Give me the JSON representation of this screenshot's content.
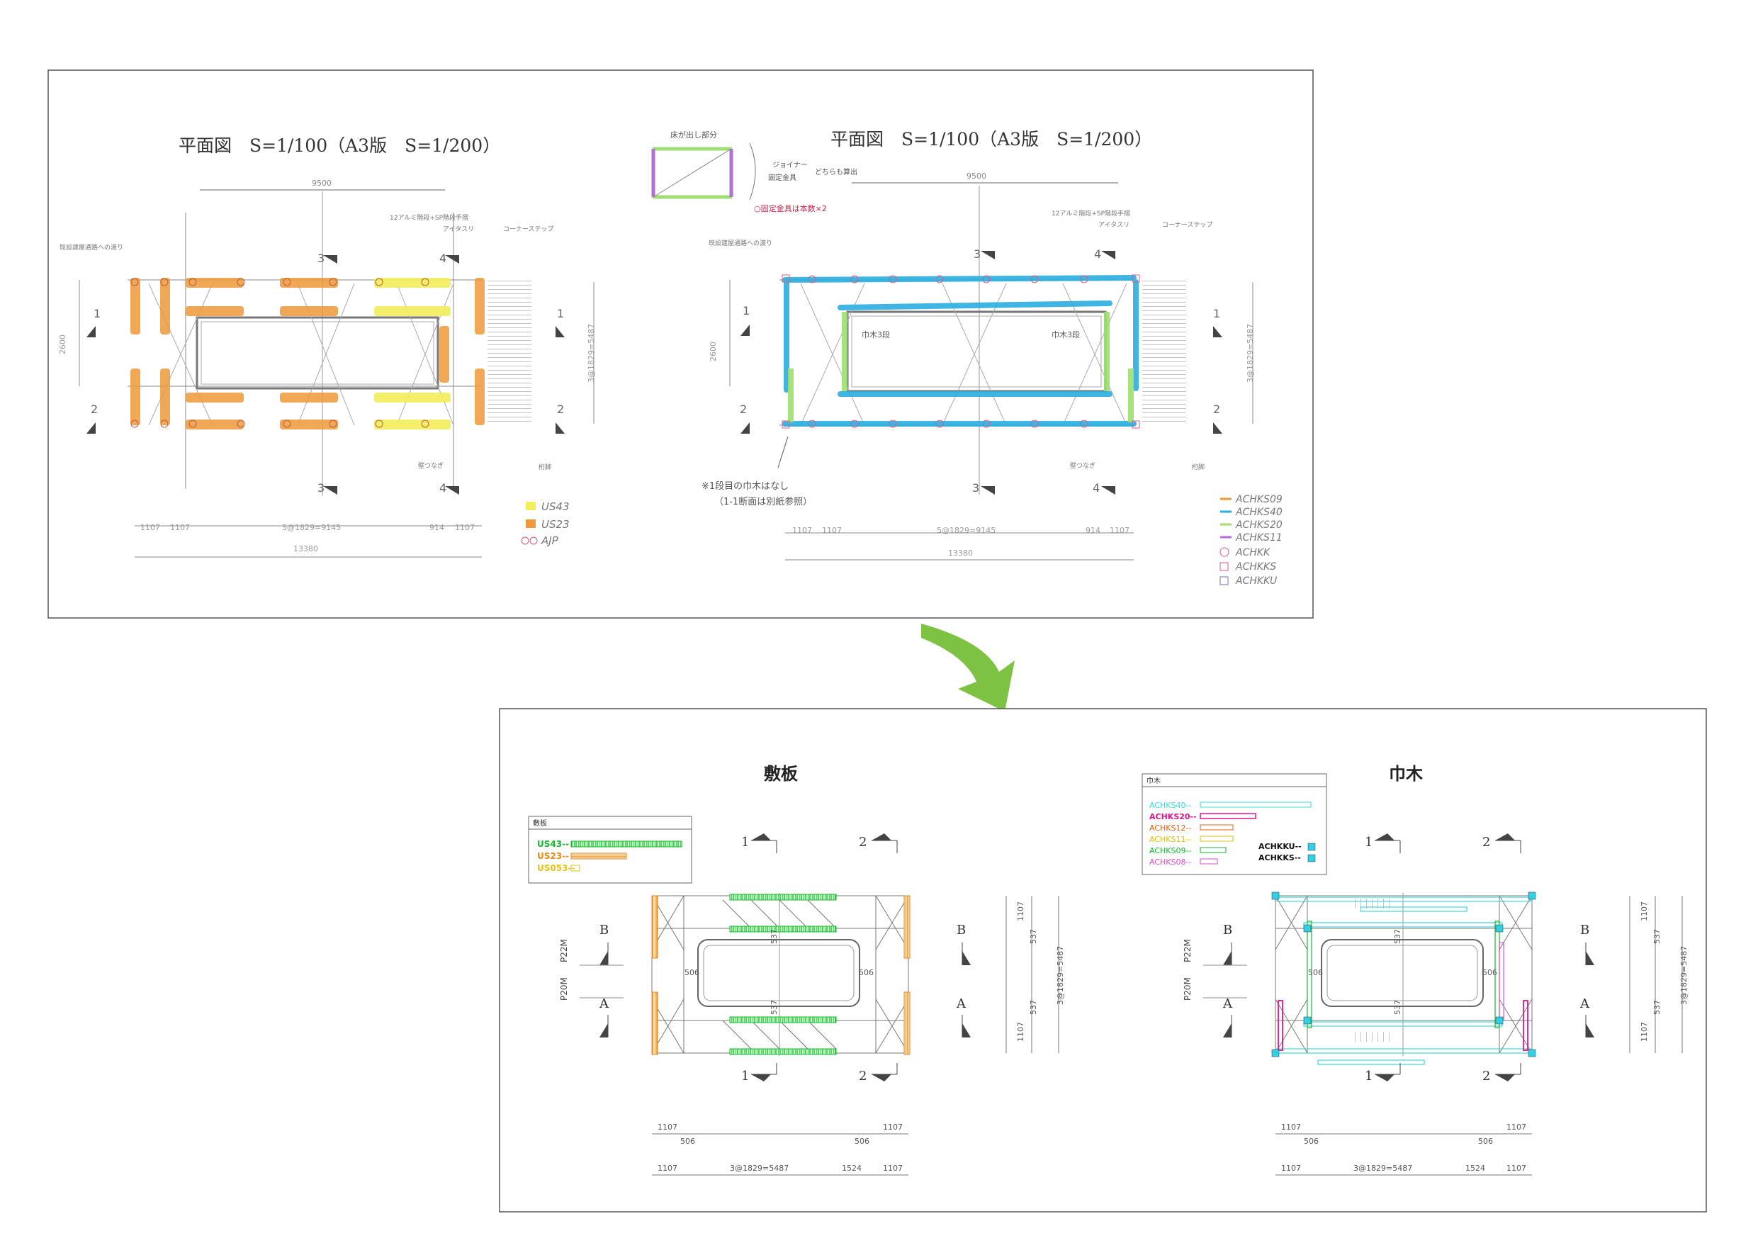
{
  "top": {
    "left": {
      "title": "平面図　S=1/100（A3版　S=1/200）",
      "dims": {
        "top_total": "9500",
        "bot_a": "1107",
        "bot_b": "1107",
        "bot_mid": "5@1829=9145",
        "bot_c": "914",
        "bot_d": "1107",
        "bot_total": "13380",
        "left_h": "2600",
        "right_h": "3@1829=5487"
      },
      "notes": {
        "n1": "12アルミ階段+SP階段手摺",
        "n2": "アイタスリ",
        "n3": "コーナーステップ",
        "n4": "既設建屋通路への渡り",
        "n5": "壁つなぎ",
        "n6": "桁脚"
      },
      "section_labels": {
        "s1": "1",
        "s2": "2",
        "s3": "3",
        "s4": "4"
      },
      "legend": [
        {
          "label": "US43",
          "color": "#f2ee5c"
        },
        {
          "label": "US23",
          "color": "#ee9a3a"
        },
        {
          "label": "AJP",
          "color": "#e0557a"
        }
      ]
    },
    "right": {
      "title": "平面図　S=1/100（A3版　S=1/200）",
      "dims": {
        "top_total": "9500",
        "bot_a": "1107",
        "bot_b": "1107",
        "bot_mid": "5@1829=9145",
        "bot_c": "914",
        "bot_d": "1107",
        "bot_total": "13380",
        "left_h": "2600",
        "right_h": "3@1829=5487"
      },
      "notes": {
        "n1": "12アルミ階段+SP階段手摺",
        "n2": "アイタスリ",
        "n3": "コーナーステップ",
        "n4": "既設建屋通路への渡り",
        "n5": "壁つなぎ",
        "n6": "桁脚",
        "habaki_l": "巾木3段",
        "habaki_r": "巾木3段"
      },
      "handnotes": {
        "h1": "床が出し部分",
        "h2": "ジョイナー",
        "h3": "固定金具",
        "h4": "どちらも算出",
        "h5": "○固定金具は本数×2",
        "h6": "※1段目の巾木はなし",
        "h7": "（1-1断面は別紙参照）"
      },
      "section_labels": {
        "s1": "1",
        "s2": "2",
        "s3": "3",
        "s4": "4"
      },
      "legend": [
        {
          "label": "ACHKS09",
          "color": "#ee9a3a"
        },
        {
          "label": "ACHKS40",
          "color": "#2aaee0"
        },
        {
          "label": "ACHKS20",
          "color": "#9ee070"
        },
        {
          "label": "ACHKS11",
          "color": "#b070d8"
        },
        {
          "label": "ACHKK",
          "color": "#e05a80"
        },
        {
          "label": "ACHKKS",
          "color": "#e05a80"
        },
        {
          "label": "ACHKKU",
          "color": "#7070c8"
        }
      ]
    }
  },
  "bottom": {
    "left": {
      "heading": "敷板",
      "legend_title": "敷板",
      "legend": [
        {
          "label": "US43--",
          "color": "#18b82e"
        },
        {
          "label": "US23--",
          "color": "#e88a1a"
        },
        {
          "label": "US053--",
          "color": "#e8c21a"
        }
      ]
    },
    "right": {
      "heading": "巾木",
      "legend_title": "巾木",
      "legend": [
        {
          "label": "ACHKS40--",
          "color": "#3cd8e0"
        },
        {
          "label": "ACHKS20--",
          "color": "#e0148a"
        },
        {
          "label": "ACHKS12--",
          "color": "#e06010"
        },
        {
          "label": "ACHKS11--",
          "color": "#d8c010"
        },
        {
          "label": "ACHKS09--",
          "color": "#10b830"
        },
        {
          "label": "ACHKS08--",
          "color": "#e050c8"
        }
      ],
      "legend_right": [
        {
          "label": "ACHKKU--",
          "color": "#30d0e8"
        },
        {
          "label": "ACHKKS--",
          "color": "#30d0e8"
        }
      ]
    },
    "dims": {
      "d1107": "1107",
      "d506": "506",
      "d1524": "1524",
      "d537": "537",
      "mid": "3@1829=5487",
      "vert_total": "3@1829=5487",
      "p20": "P20M",
      "p22": "P22M"
    },
    "section_labels": {
      "s1": "1",
      "s2": "2",
      "sA": "A",
      "sB": "B"
    }
  },
  "colors": {
    "arrow": "#7dc242",
    "frame": "#555555",
    "line": "#666666"
  }
}
